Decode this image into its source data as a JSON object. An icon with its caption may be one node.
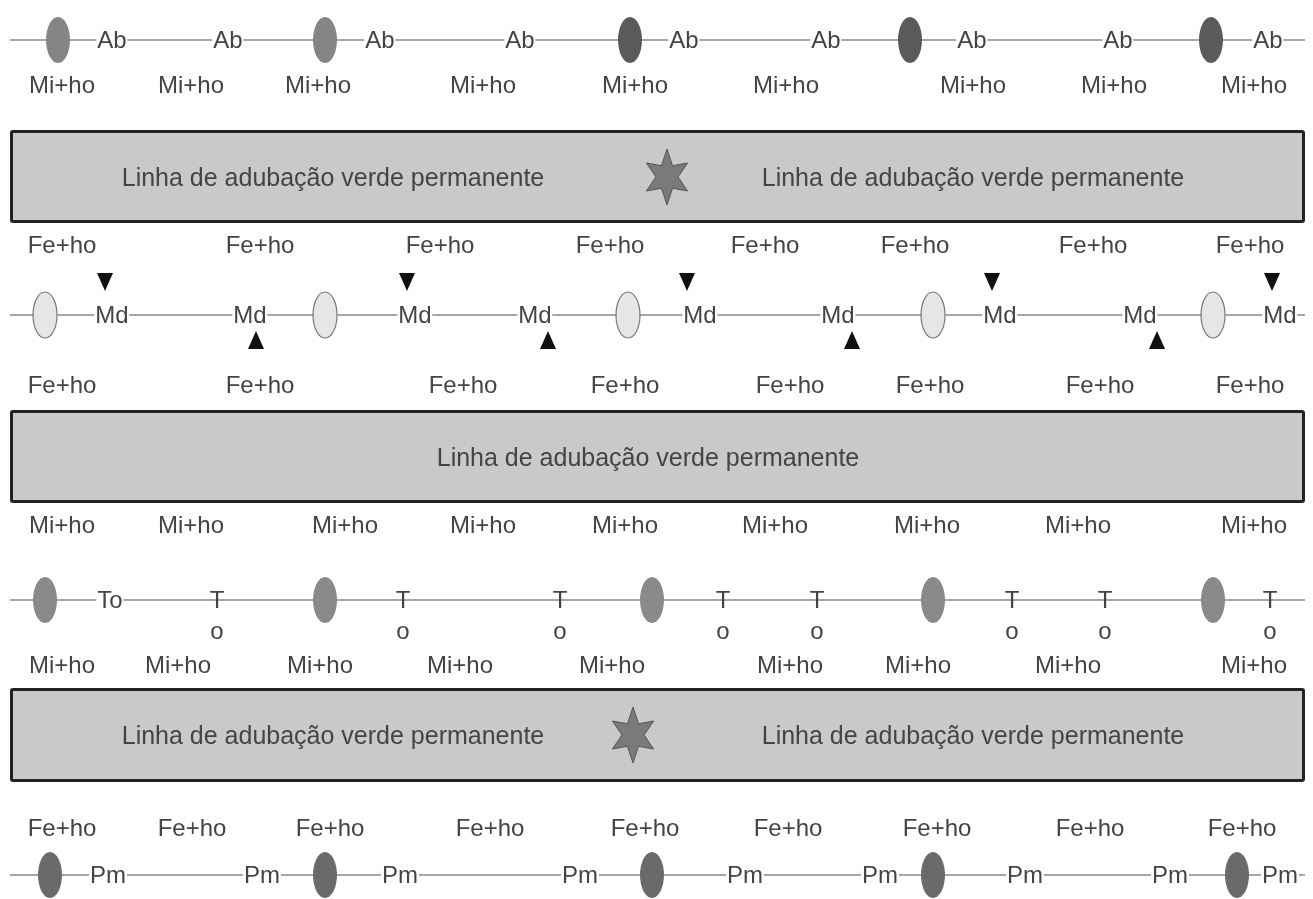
{
  "diagram": {
    "nodes": [
      {
        "text": [
          "Linha de adubação verde permanente",
          "Linha de adubação verde permanente"
        ]
      },
      {
        "text": [
          "Linha de adubação verde permanente"
        ]
      },
      {
        "text": [
          "Linha de adubação verde permanente",
          "Linha de adubação verde permanente"
        ]
      }
    ],
    "labels": [
      "Ab",
      "Ab",
      "Ab",
      "Ab",
      "Ab",
      "Ab",
      "Ab",
      "Ab",
      "Ab",
      "Mi+ho",
      "Mi+ho",
      "Mi+ho",
      "Mi+ho",
      "Mi+ho",
      "Mi+ho",
      "Mi+ho",
      "Mi+ho",
      "Mi+ho",
      "Fe+ho",
      "Fe+ho",
      "Fe+ho",
      "Fe+ho",
      "Fe+ho",
      "Fe+ho",
      "Fe+ho",
      "Fe+ho",
      "Md",
      "Md",
      "Md",
      "Md",
      "Md",
      "Md",
      "Md",
      "Md",
      "Md",
      "Fe+ho",
      "Fe+ho",
      "Fe+ho",
      "Fe+ho",
      "Fe+ho",
      "Fe+ho",
      "Fe+ho",
      "Fe+ho",
      "Mi+ho",
      "Mi+ho",
      "Mi+ho",
      "Mi+ho",
      "Mi+ho",
      "Mi+ho",
      "Mi+ho",
      "Mi+ho",
      "Mi+ho",
      "To",
      "To",
      "To",
      "To",
      "To",
      "To",
      "To",
      "To",
      "To",
      "Mi+ho",
      "Mi+ho",
      "Mi+ho",
      "Mi+ho",
      "Mi+ho",
      "Mi+ho",
      "Mi+ho",
      "Mi+ho",
      "Mi+ho",
      "Fe+ho",
      "Fe+ho",
      "Fe+ho",
      "Fe+ho",
      "Fe+ho",
      "Fe+ho",
      "Fe+ho",
      "Fe+ho",
      "Fe+ho",
      "Pm",
      "Pm",
      "Pm",
      "Pm",
      "Pm",
      "Pm",
      "Pm",
      "Pm",
      "Pm"
    ]
  }
}
